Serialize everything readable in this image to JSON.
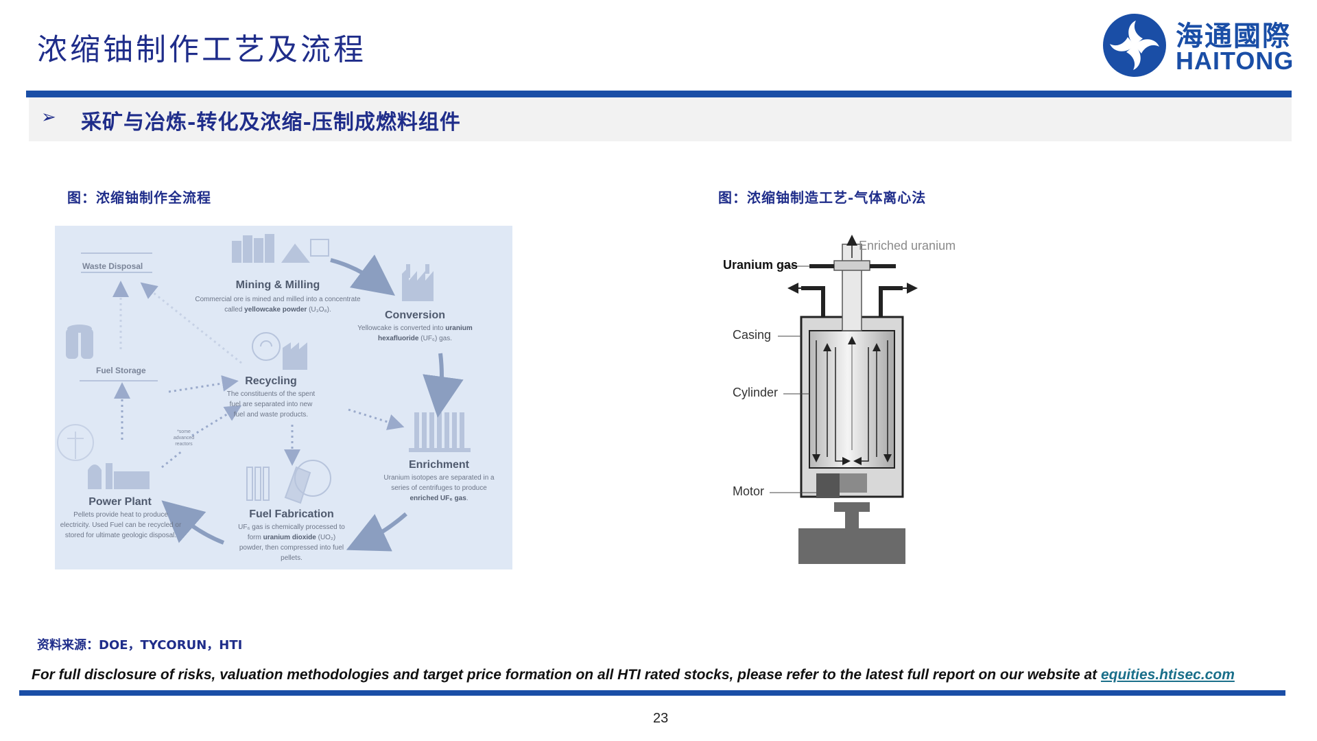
{
  "header": {
    "title": "浓缩铀制作工艺及流程",
    "logo": {
      "cn": "海通國際",
      "en": "HAITONG",
      "icon": "haitong-swirl-logo-icon",
      "brand_color": "#1a4ea6"
    }
  },
  "section": {
    "bullet_icon": "arrow-bullet-icon",
    "text": "采矿与冶炼-转化及浓缩-压制成燃料组件"
  },
  "figures": {
    "left": {
      "caption": "图：浓缩铀制作全流程",
      "nodes": {
        "mining": {
          "title": "Mining & Milling",
          "desc_pre": "Commercial ore is mined and milled into a concentrate called ",
          "desc_bold": "yellowcake powder",
          "desc_post": " (U₃O₈)."
        },
        "conversion": {
          "title": "Conversion",
          "desc_pre": "Yellowcake is converted into ",
          "desc_bold": "uranium hexafluoride",
          "desc_post": " (UF₆) gas."
        },
        "enrichment": {
          "title": "Enrichment",
          "desc_pre": "Uranium isotopes are separated in a series of centrifuges to produce ",
          "desc_bold": "enriched UF₆ gas",
          "desc_post": "."
        },
        "fabrication": {
          "title": "Fuel Fabrication",
          "desc_pre": "UF₆ gas is chemically processed to form ",
          "desc_bold": "uranium dioxide",
          "desc_post": " (UO₂) powder, then compressed into fuel pellets."
        },
        "power": {
          "title": "Power Plant",
          "desc": "Pellets provide heat to produce electricity. Used Fuel can be recycled or stored for ultimate geologic disposal."
        },
        "recycling": {
          "title": "Recycling",
          "desc": "The constituents of the spent fuel are separated into new fuel and waste products."
        },
        "storage": {
          "title": "Fuel Storage"
        },
        "disposal": {
          "title": "Waste Disposal"
        },
        "note": "*some advanced reactors"
      }
    },
    "right": {
      "caption": "图：浓缩铀制造工艺-气体离心法",
      "labels": {
        "enriched": "Enriched uranium",
        "gas": "Uranium gas",
        "casing": "Casing",
        "cylinder": "Cylinder",
        "motor": "Motor"
      }
    }
  },
  "footer": {
    "source": "资料来源：DOE，TYCORUN，HTI",
    "disclosure_text": "For full disclosure of risks, valuation methodologies and target price formation on all HTI rated stocks, please refer to the latest full report on our website at ",
    "disclosure_link": "equities.htisec.com",
    "page_number": "23"
  }
}
